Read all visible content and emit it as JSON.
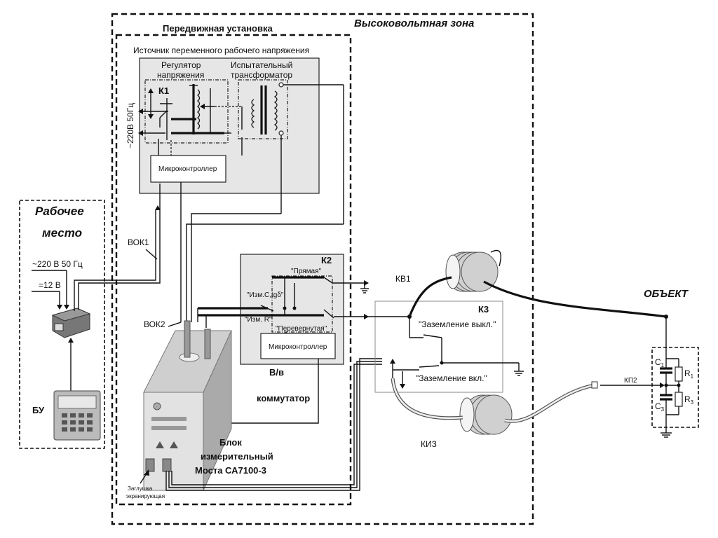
{
  "labels": {
    "high_voltage_zone": "Высоковольтная зона",
    "mobile_unit": "Передвижная установка",
    "ac_source": "Источник переменного рабочего напряжения",
    "voltage_regulator_l1": "Регулятор",
    "voltage_regulator_l2": "напряжения",
    "test_transformer_l1": "Испытательный",
    "test_transformer_l2": "трансформатор",
    "k1": "К1",
    "mains_input": "~220В 50Гц",
    "microcontroller_1": "Микроконтроллер",
    "workplace_l1": "Рабочее",
    "workplace_l2": "место",
    "workplace_ac": "~220 В 50 Гц",
    "workplace_dc": "=12 В",
    "vok1": "ВОК1",
    "vok2": "ВОК2",
    "bu": "БУ",
    "k2": "К2",
    "direct": "\"Прямая\"",
    "meas_c_tg": "\"Изм.C,tgδ\"",
    "meas_r": "\"Изм. R\"",
    "inverted": "\"Перевернутая\"",
    "microcontroller_2": "Микроконтроллер",
    "hv_switch_l1": "В/в",
    "hv_switch_l2": "коммутатор",
    "measuring_unit_l1": "Блок",
    "measuring_unit_l2": "измерительный",
    "measuring_unit_l3": "Моста СА7100-3",
    "shield_plug_l1": "Заглушка",
    "shield_plug_l2": "экранирующая",
    "kv1": "КВ1",
    "k3": "К3",
    "ground_off": "\"Заземление выкл.\"",
    "ground_on": "\"Заземление вкл.\"",
    "kiz": "КИЗ",
    "object": "ОБЪЕКТ",
    "kp2": "КП2",
    "c1": "C",
    "c1_sub": "1",
    "r1": "R",
    "r1_sub": "1",
    "c3": "C",
    "c3_sub": "3",
    "r3": "R",
    "r3_sub": "3"
  }
}
